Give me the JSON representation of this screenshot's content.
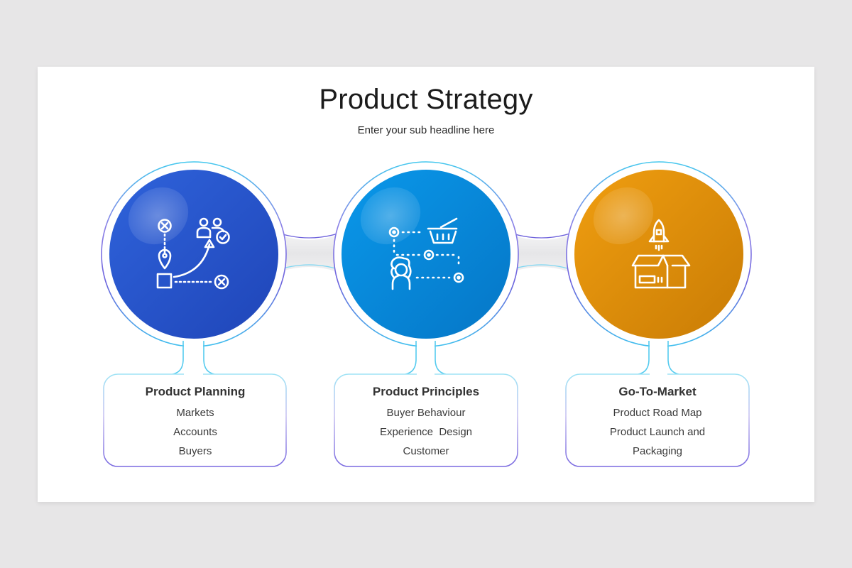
{
  "slide": {
    "title": "Product Strategy",
    "subtitle": "Enter your sub headline here"
  },
  "colors": {
    "background": "#e7e6e7",
    "slide": "#ffffff",
    "circle_1": "#2a56d4",
    "circle_2": "#0b8be0",
    "circle_3": "#e6950a",
    "outline_cyan": "#3fc3ec",
    "outline_purple": "#7b6ce0"
  },
  "steps": [
    {
      "title": "Product Planning",
      "icon": "planning-route-icon",
      "items": [
        "Markets",
        "Accounts",
        "Buyers"
      ]
    },
    {
      "title": "Product Principles",
      "icon": "buyer-basket-icon",
      "items": [
        "Buyer Behaviour",
        "Experience  Design",
        "Customer"
      ]
    },
    {
      "title": "Go-To-Market",
      "icon": "rocket-box-launch-icon",
      "items": [
        "Product Road Map",
        "Product Launch and",
        "Packaging"
      ]
    }
  ]
}
